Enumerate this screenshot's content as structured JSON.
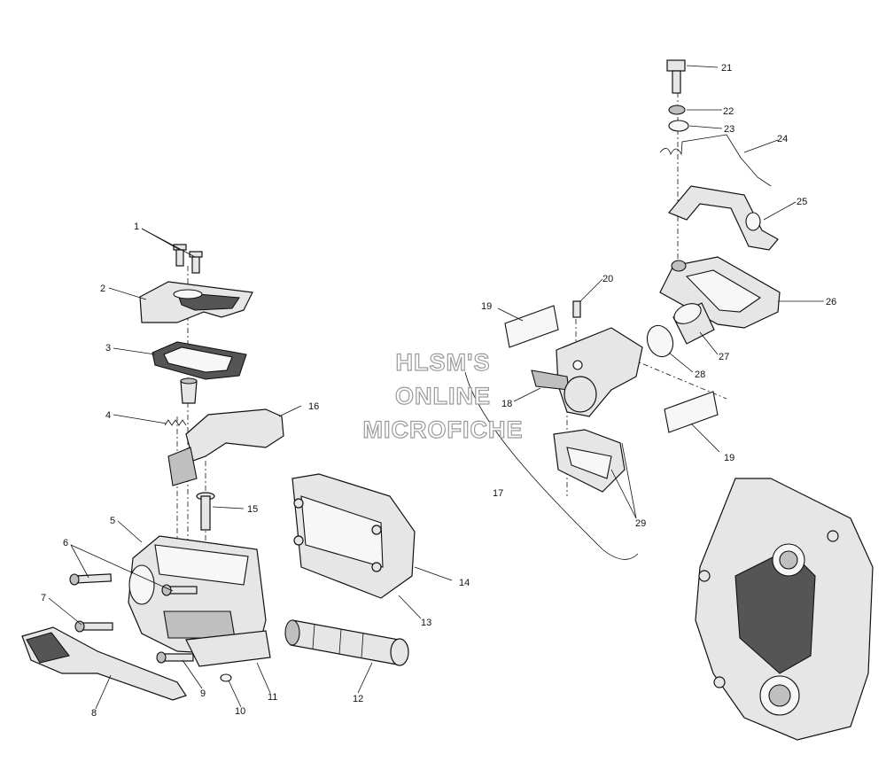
{
  "watermark": {
    "line1": "HLSM'S",
    "line2": "ONLINE",
    "line3": "MICROFICHE"
  },
  "callouts": {
    "c1": "1",
    "c2": "2",
    "c3": "3",
    "c4": "4",
    "c5": "5",
    "c6": "6",
    "c7": "7",
    "c8": "8",
    "c9": "9",
    "c10": "10",
    "c11": "11",
    "c12": "12",
    "c13": "13",
    "c14": "14",
    "c15": "15",
    "c16": "16",
    "c17": "17",
    "c18": "18",
    "c19a": "19",
    "c19b": "19",
    "c20": "20",
    "c21": "21",
    "c22": "22",
    "c23": "23",
    "c24": "24",
    "c25": "25",
    "c26": "26",
    "c27": "27",
    "c28": "28",
    "c29": "29"
  }
}
